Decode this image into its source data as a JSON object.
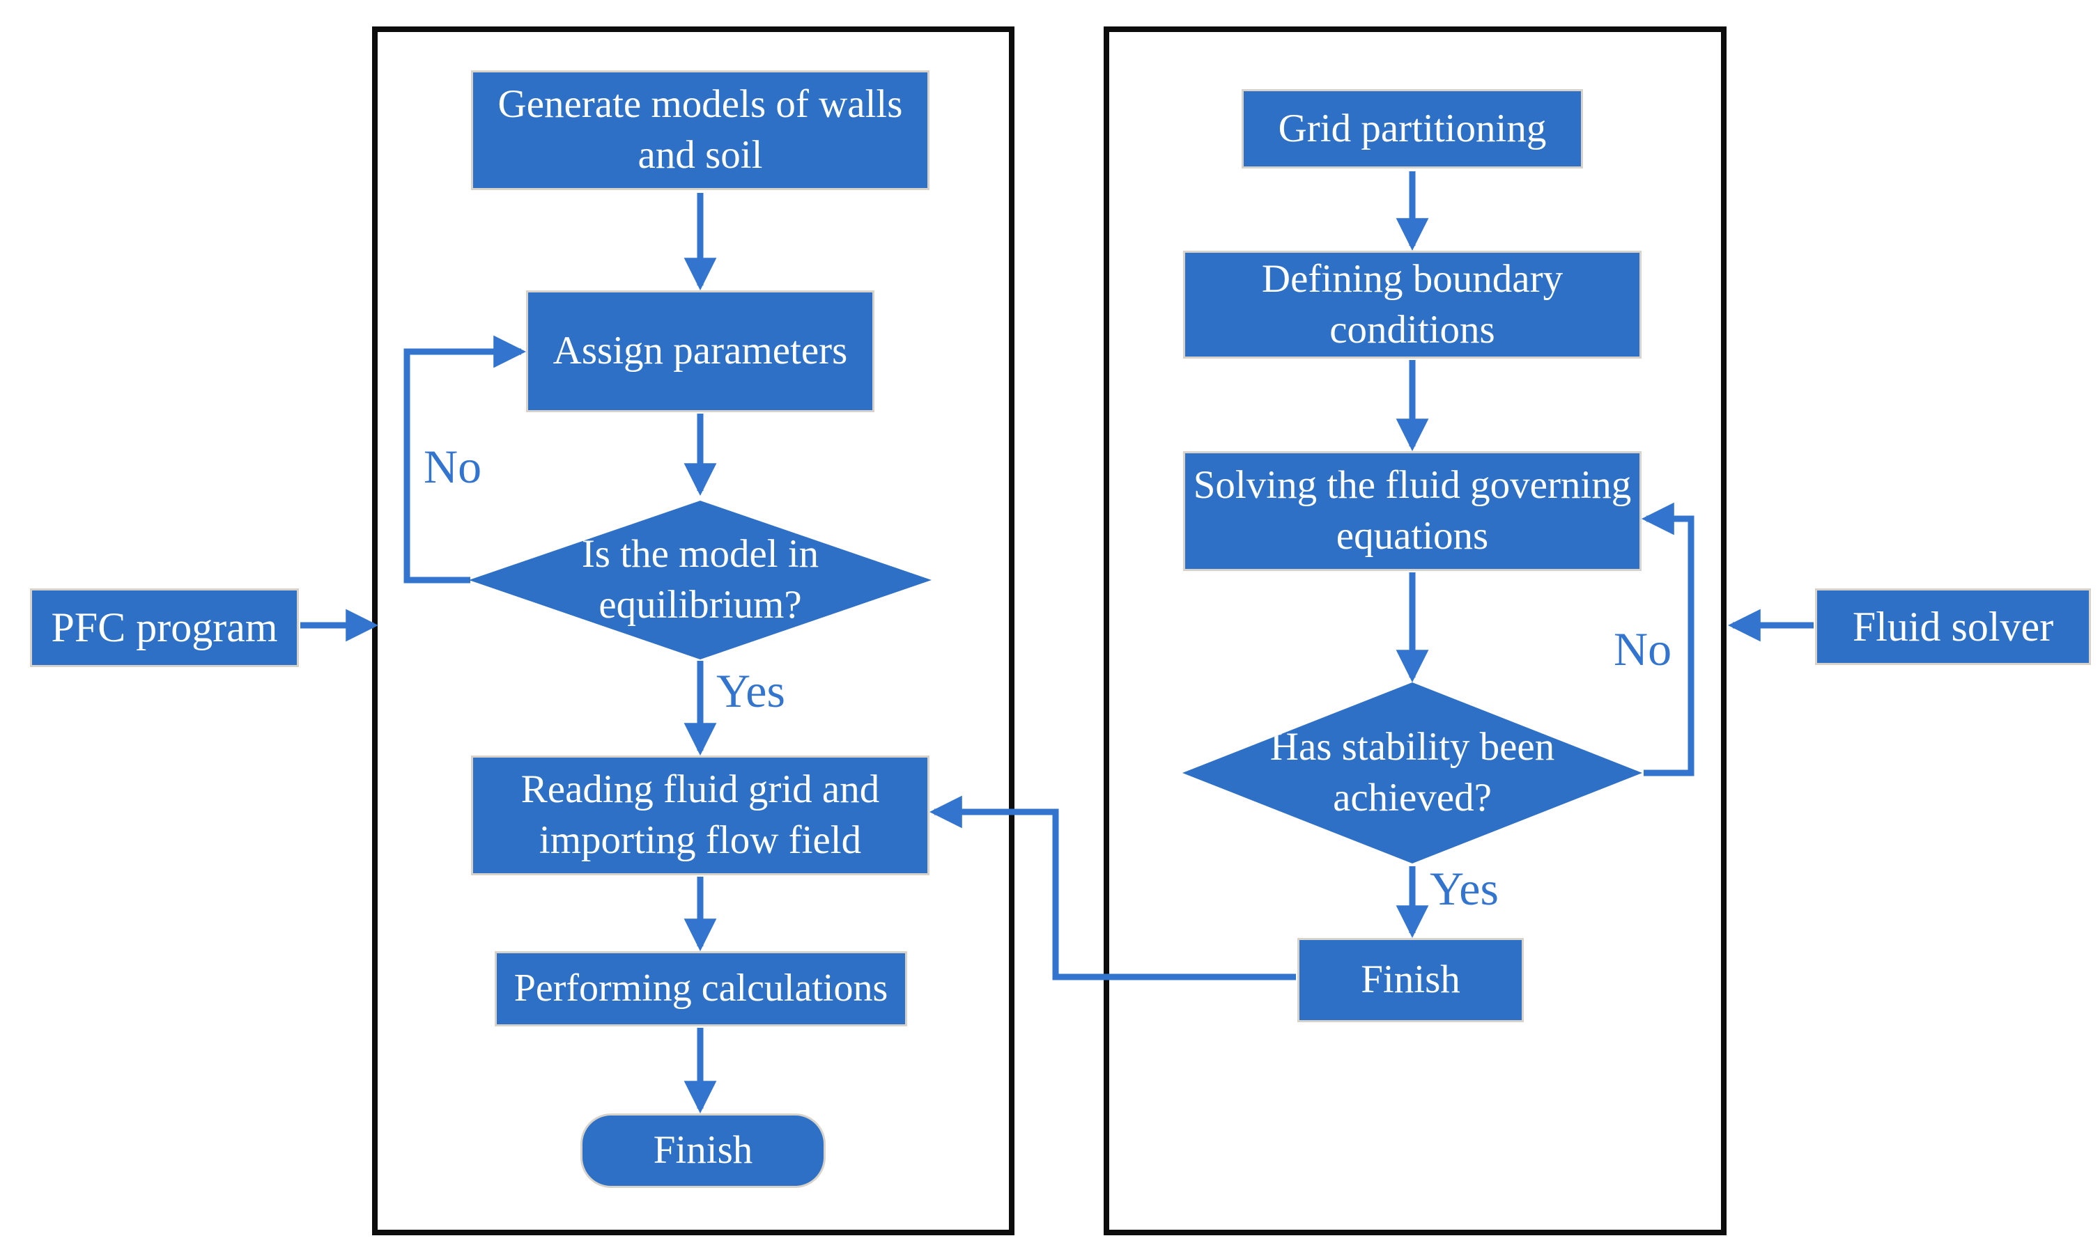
{
  "palette": {
    "node_fill": "#2d70c5",
    "connector_blue": "#3375ce",
    "node_border": "#d8d3ca",
    "frame_border": "#0d0d0d",
    "node_text": "#ffffff"
  },
  "left_panel": {
    "external_label": "PFC program",
    "nodes": {
      "generate": "Generate models of walls\nand soil",
      "assign": "Assign parameters",
      "decision": "Is the model in\nequilibrium?",
      "read": "Reading fluid grid and\nimporting flow field",
      "perform": "Performing calculations",
      "finish": "Finish"
    },
    "edge_labels": {
      "no": "No",
      "yes": "Yes"
    }
  },
  "right_panel": {
    "external_label": "Fluid solver",
    "nodes": {
      "grid": "Grid partitioning",
      "boundary": "Defining boundary\nconditions",
      "solve": "Solving the fluid governing\nequations",
      "decision": "Has stability been\nachieved?",
      "finish": "Finish"
    },
    "edge_labels": {
      "no": "No",
      "yes": "Yes"
    }
  }
}
